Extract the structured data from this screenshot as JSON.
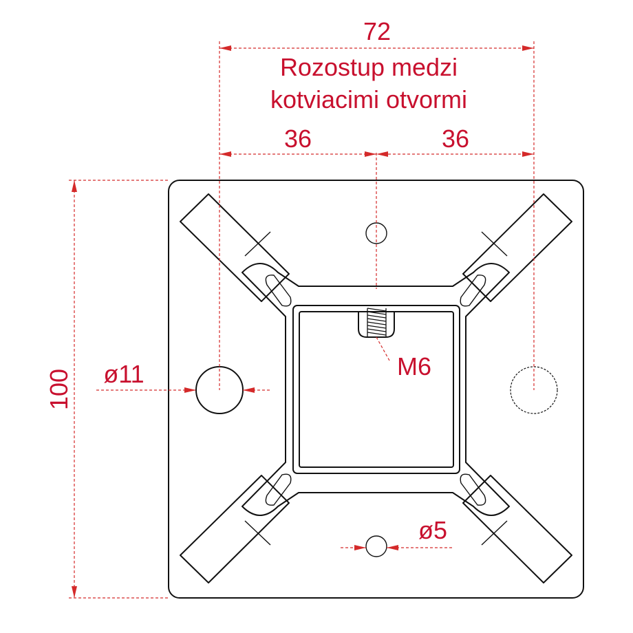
{
  "dimensions": {
    "overall_spacing": "72",
    "label_line1": "Rozostup medzi",
    "label_line2": "kotviacimi otvormi",
    "left_half": "36",
    "right_half": "36",
    "plate_height": "100",
    "hole_diameter_large": "ø11",
    "thread": "M6",
    "hole_diameter_small": "ø5"
  },
  "colors": {
    "dimension": "#d42a2a",
    "outline": "#111111",
    "background": "#ffffff"
  }
}
